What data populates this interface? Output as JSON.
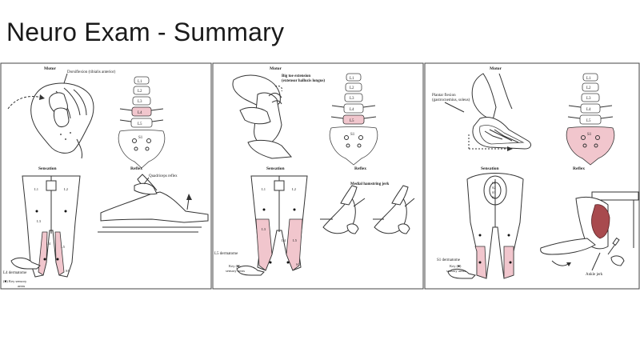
{
  "slide": {
    "title": "Neuro Exam - Summary"
  },
  "panels": [
    {
      "motor_heading": "Motor",
      "motor_action": "Dorsiflexion (tibialis anterior)",
      "spine": [
        "L1",
        "L2",
        "L3",
        "L4",
        "L5",
        "S1"
      ],
      "highlight": "L4",
      "sensation_heading": "Sensation",
      "reflex_heading": "Reflex",
      "reflex_label": "Quadriceps reflex",
      "dermatome_label": "L4 dermatome",
      "key_label": "(■) Key sensory",
      "key_label2": "areas",
      "leg_labels": [
        "L1",
        "L2",
        "L3",
        "L4",
        "L5",
        "S1"
      ]
    },
    {
      "motor_heading": "Motor",
      "motor_action": "Big toe extension",
      "motor_action2": "(extensor hallucis longus)",
      "spine": [
        "L1",
        "L2",
        "L3",
        "L4",
        "L5",
        "S1"
      ],
      "highlight": "L5",
      "sensation_heading": "Sensation",
      "reflex_heading": "Reflex",
      "reflex_label": "Medial hamstring jerk",
      "dermatome_label": "L5 dermatome",
      "key_label": "Key (■)",
      "key_label2": "sensory areas",
      "leg_labels": [
        "L1",
        "L2",
        "L3",
        "L4",
        "L5",
        "S1"
      ]
    },
    {
      "motor_heading": "Motor",
      "motor_action": "Plantar flexion",
      "motor_action2": "(gastrocnemius, soleus)",
      "spine": [
        "L1",
        "L2",
        "L3",
        "L4",
        "L5",
        "S1"
      ],
      "highlight": "S1",
      "sensation_heading": "Sensation",
      "reflex_heading": "Reflex",
      "reflex_label": "Ankle jerk",
      "dermatome_label": "S1 dermatome",
      "key_label": "Key (■)",
      "key_label2": "sensory areas",
      "leg_labels": [
        "S1",
        "S2",
        "S3",
        "S4"
      ]
    }
  ]
}
